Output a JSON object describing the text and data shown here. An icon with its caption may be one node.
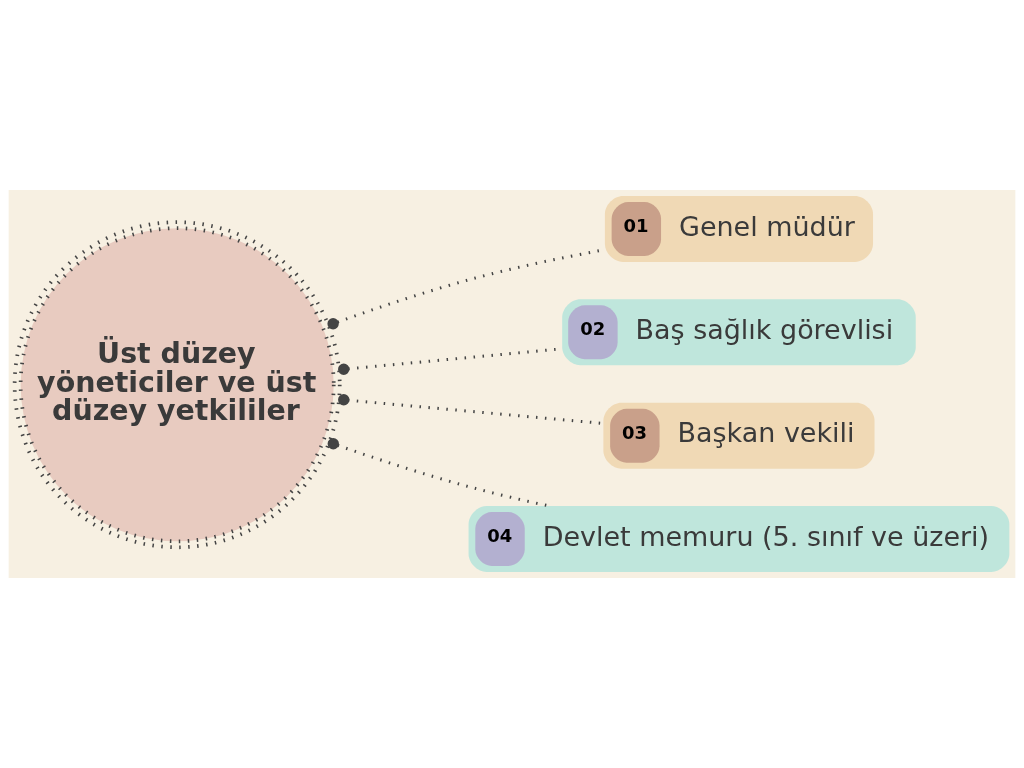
{
  "diagram": {
    "nodes": [
      {
        "text": [
          "Üst düzey yöneticiler ve üst düzey yetkililer"
        ]
      },
      {
        "text": [
          "01",
          "Genel müdür"
        ]
      },
      {
        "text": [
          "02",
          "Baş sağlık görevlisi"
        ]
      },
      {
        "text": [
          "03",
          "Başkan vekili"
        ]
      },
      {
        "text": [
          "04",
          "Devlet memuru (5. sınıf ve üzeri)"
        ]
      }
    ],
    "edges": [
      {
        "from": 0,
        "to": 1,
        "arrow": "other",
        "style": "dashed"
      },
      {
        "from": 0,
        "to": 2,
        "arrow": "other",
        "style": "dashed"
      },
      {
        "from": 0,
        "to": 3,
        "arrow": "other",
        "style": "dashed"
      },
      {
        "from": 0,
        "to": 4,
        "arrow": "other",
        "style": "dashed"
      }
    ]
  }
}
